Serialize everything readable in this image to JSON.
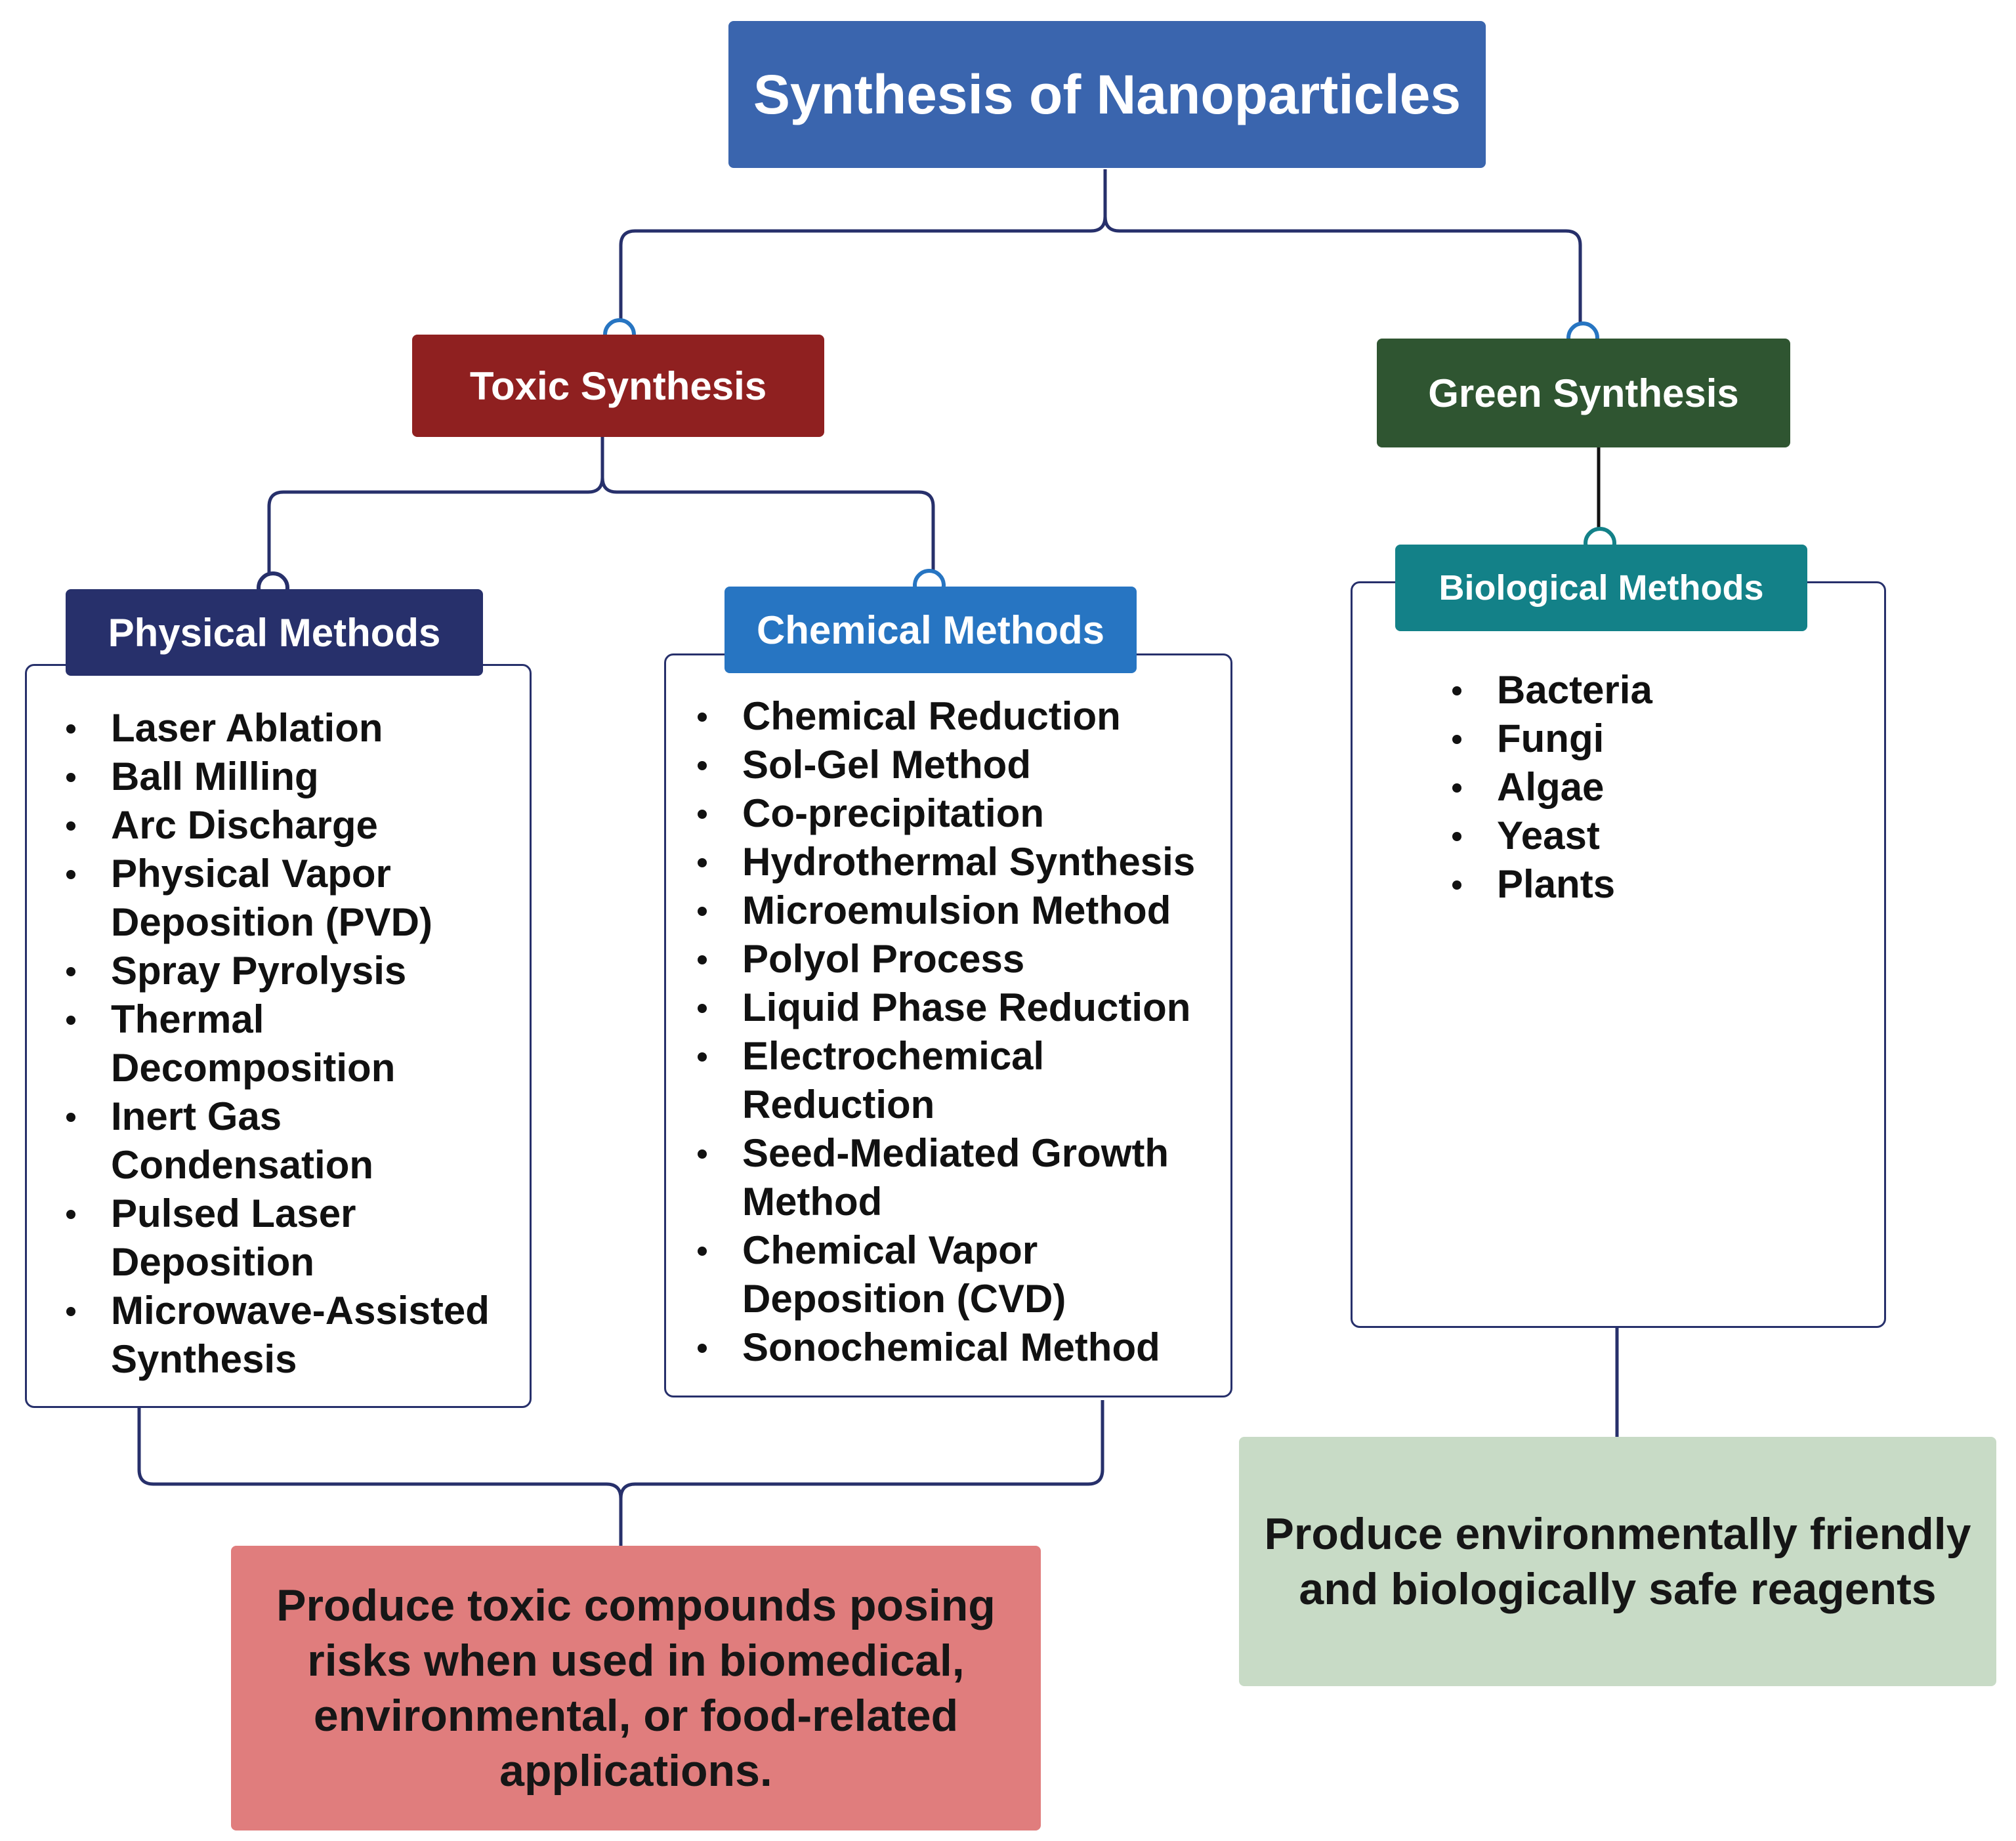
{
  "title": "Synthesis of Nanoparticles",
  "toxic": {
    "label": "Toxic Synthesis",
    "physical": {
      "label": "Physical Methods",
      "items": [
        "Laser Ablation",
        "Ball Milling",
        "Arc Discharge",
        "Physical Vapor Deposition (PVD)",
        "Spray Pyrolysis",
        "Thermal Decomposition",
        "Inert Gas Condensation",
        "Pulsed Laser Deposition",
        "Microwave-Assisted Synthesis"
      ]
    },
    "chemical": {
      "label": "Chemical Methods",
      "items": [
        "Chemical Reduction",
        "Sol-Gel Method",
        "Co-precipitation",
        "Hydrothermal Synthesis",
        "Microemulsion Method",
        "Polyol Process",
        "Liquid Phase Reduction",
        "Electrochemical Reduction",
        "Seed-Mediated Growth Method",
        "Chemical Vapor Deposition (CVD)",
        "Sonochemical Method"
      ]
    },
    "outcome": "Produce toxic compounds  posing risks when used in biomedical, environmental, or food-related applications."
  },
  "green": {
    "label": "Green Synthesis",
    "biological": {
      "label": "Biological Methods",
      "items": [
        "Bacteria",
        "Fungi",
        "Algae",
        "Yeast",
        "Plants"
      ]
    },
    "outcome": "Produce environmentally friendly and biologically safe reagents"
  },
  "colors": {
    "title_box": "#3a65ae",
    "toxic_box": "#8f2020",
    "green_box": "#2f5531",
    "physical_box": "#27306b",
    "chemical_box": "#2775c2",
    "biological_box": "#138188",
    "toxic_note": "#e07d7d",
    "green_note": "#c8dbc6",
    "connector": "#27306b"
  }
}
